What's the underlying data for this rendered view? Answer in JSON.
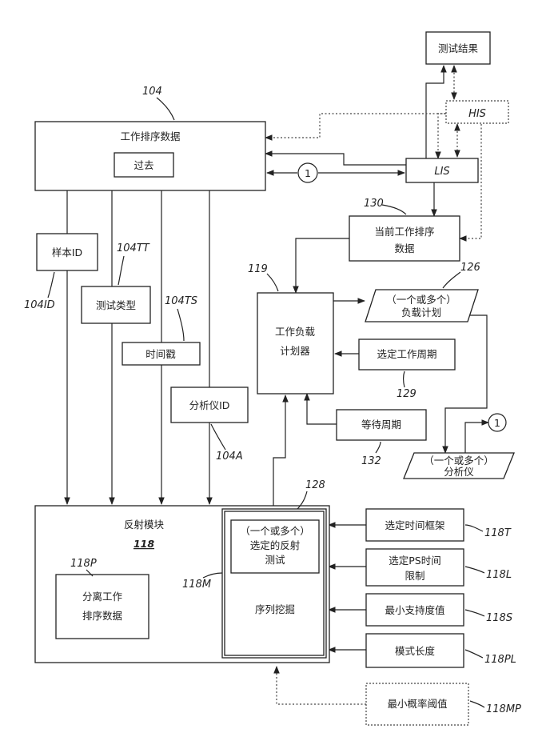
{
  "blocks": {
    "test_results": "测试结果",
    "his": "HIS",
    "lis": "LIS",
    "work_order_data": "工作排序数据",
    "past": "过去",
    "connector": "1",
    "current_work_order": [
      "当前工作排序",
      "数据"
    ],
    "sample_id": "样本ID",
    "test_type": "测试类型",
    "timestamp": "时间戳",
    "analyzer_id": "分析仪ID",
    "workload_planner": [
      "工作负载",
      "计划器"
    ],
    "workload_plan": [
      "（一个或多个）",
      "负载计划"
    ],
    "selected_work_period": "选定工作周期",
    "wait_period": "等待周期",
    "analyzers": [
      "（一个或多个）",
      "分析仪"
    ],
    "reflex_module": "反射模块",
    "reflex_module_number": "118",
    "selected_reflex_tests": [
      "（一个或多个）",
      "选定的反射",
      "测试"
    ],
    "separated_work_order": [
      "分离工作",
      "排序数据"
    ],
    "sequence_mining": "序列挖掘",
    "selected_time_frame": "选定时间框架",
    "selected_ps_time_limit": [
      "选定PS时间",
      "限制"
    ],
    "min_support": "最小支持度值",
    "pattern_length": "模式长度",
    "min_probability": "最小概率阈值"
  },
  "refs": {
    "r104": "104",
    "r104TT": "104TT",
    "r104ID": "104ID",
    "r104TS": "104TS",
    "r104A": "104A",
    "r130": "130",
    "r119": "119",
    "r126": "126",
    "r129": "129",
    "r132": "132",
    "r128": "128",
    "r118P": "118P",
    "r118M": "118M",
    "r118T": "118T",
    "r118L": "118L",
    "r118S": "118S",
    "r118PL": "118PL",
    "r118MP": "118MP"
  }
}
